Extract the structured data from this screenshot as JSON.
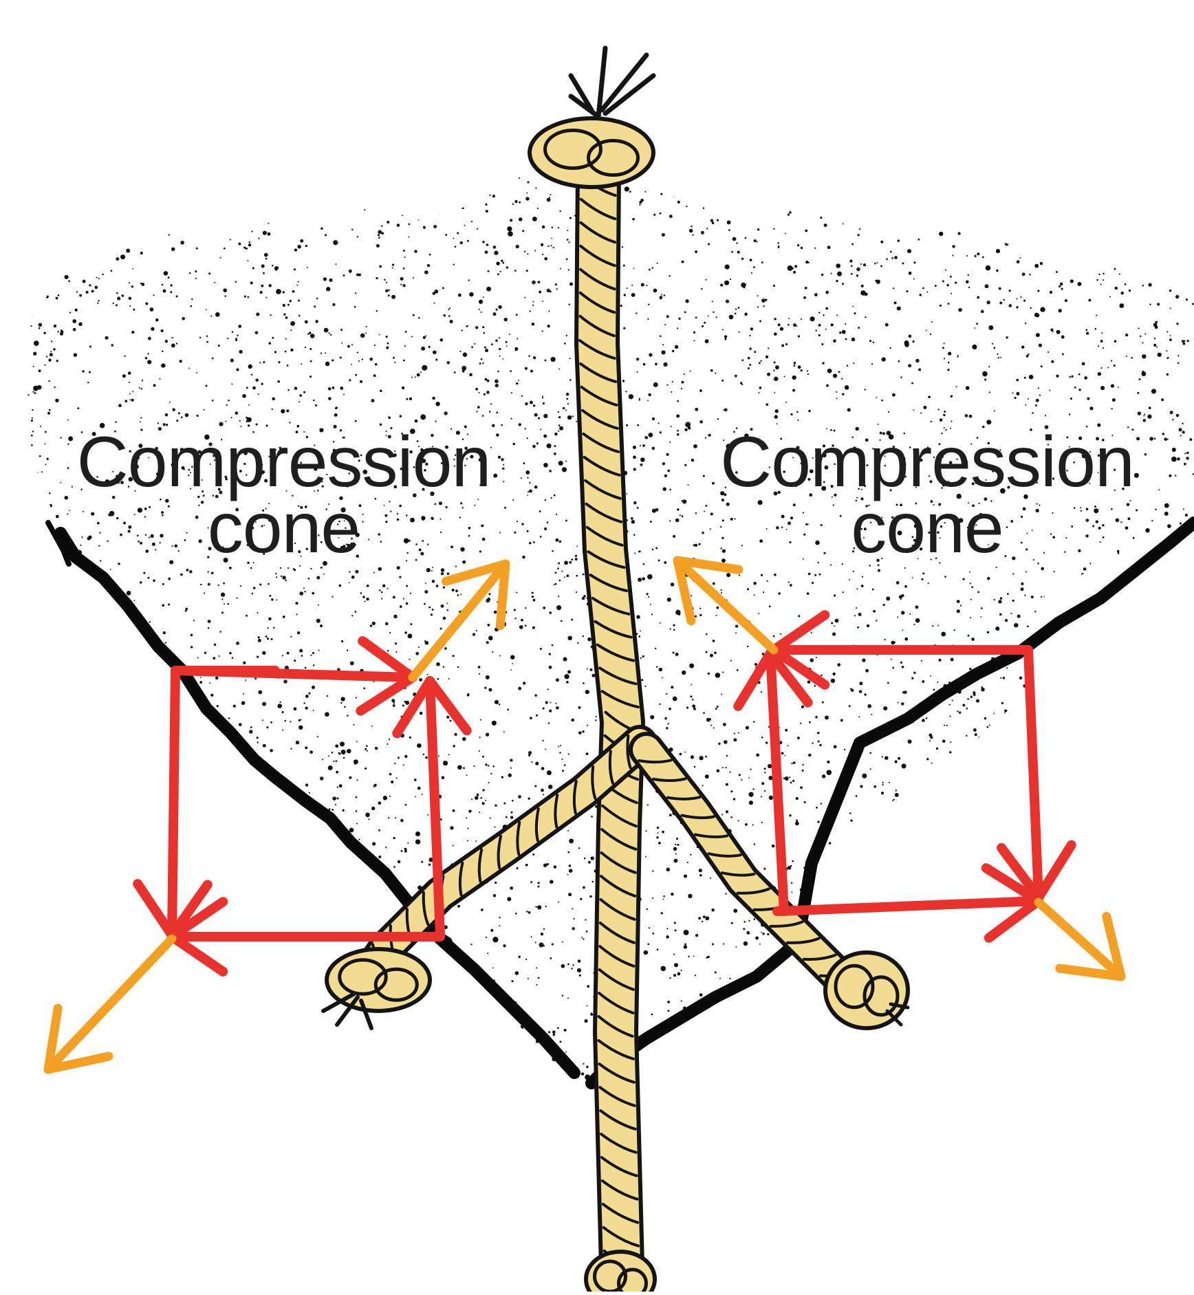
{
  "diagram": {
    "labels": [
      {
        "line1": "Compression",
        "line2": "cone"
      },
      {
        "line1": "Compression",
        "line2": "cone"
      }
    ],
    "colors": {
      "background": "#ffffff",
      "soil_speckle": "#111111",
      "soil_outline": "#0a0a0a",
      "rope_fill": "#f2dc94",
      "rope_outline": "#141414",
      "force_component_arrow": "#e8322d",
      "resultant_arrow": "#f3a024",
      "label_text": "#1e1e1e"
    },
    "icons": {
      "rope": "rope-icon",
      "knot": "knot-icon",
      "force_arrow": "arrow-icon"
    }
  }
}
